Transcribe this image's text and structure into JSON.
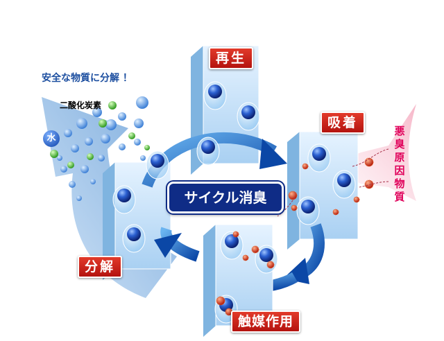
{
  "center_label": "サイクル消臭",
  "steps": {
    "regenerate": "再生",
    "adsorb": "吸着",
    "catalyst": "触媒作用",
    "decompose": "分解"
  },
  "safe_text": "安全な物質に分解 ！",
  "co2_label": "二酸化炭素",
  "water_label": "水",
  "odor_label": "悪臭原因物質",
  "colors": {
    "step_label_bg": "#c8171b",
    "center_bg": "#0f2c86",
    "arrow": "#1a66c8",
    "odor_text": "#e0005a",
    "safe_text": "#1d4fa0"
  }
}
